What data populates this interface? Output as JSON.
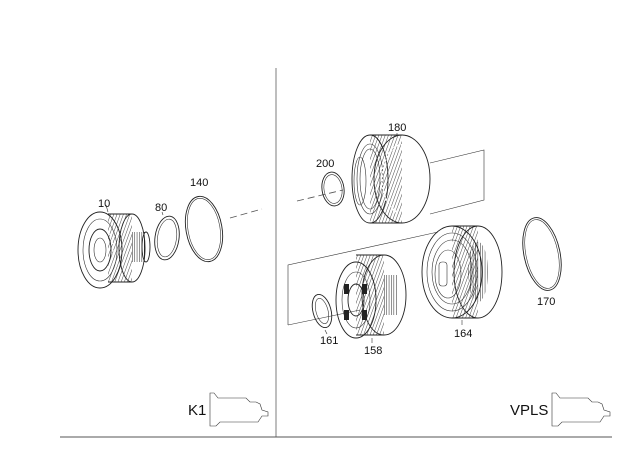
{
  "callouts": {
    "part_10": "10",
    "part_80": "80",
    "part_140": "140",
    "part_180": "180",
    "part_200": "200",
    "part_161": "161",
    "part_158": "158",
    "part_164": "164",
    "part_170": "170"
  },
  "groups": {
    "left": "K1",
    "right": "VPLS"
  }
}
